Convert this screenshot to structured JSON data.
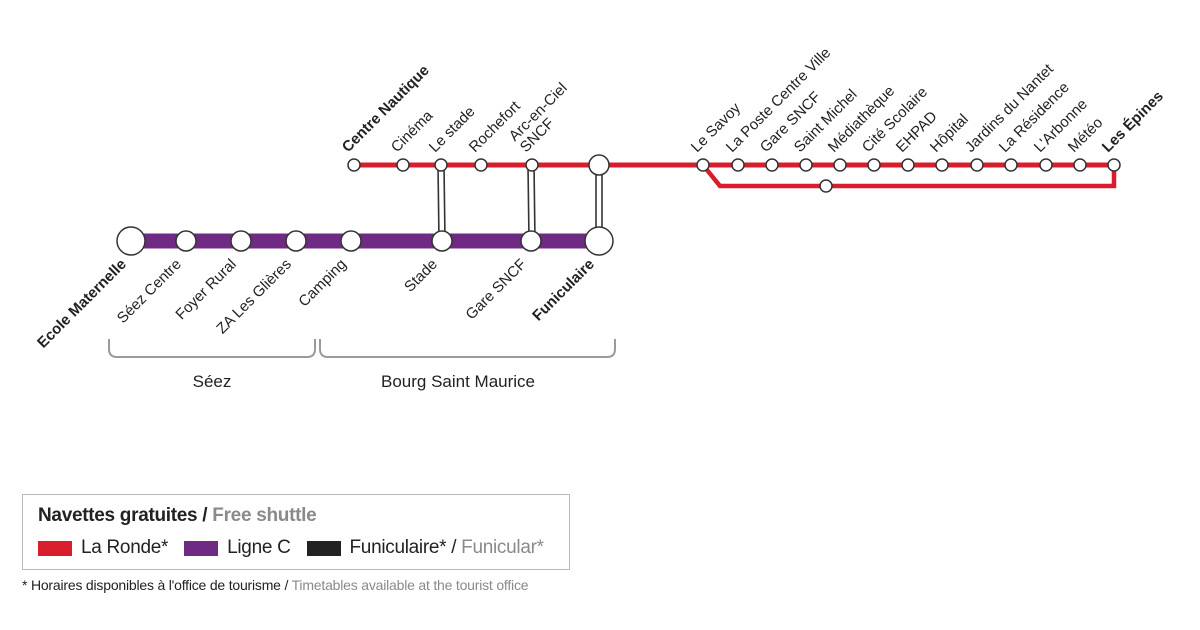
{
  "colors": {
    "la_ronde": "#d81e2c",
    "ligne_c": "#6f2a83",
    "funiculaire": "#222222",
    "station_stroke": "#333333",
    "bracket": "#9a9a9a"
  },
  "ligne_c": {
    "stations": [
      {
        "name": "Ecole Maternelle",
        "bold": true
      },
      {
        "name": "Séez Centre",
        "bold": false
      },
      {
        "name": "Foyer Rural",
        "bold": false
      },
      {
        "name": "ZA Les Glières",
        "bold": false
      },
      {
        "name": "Camping",
        "bold": false
      },
      {
        "name": "Stade",
        "bold": false
      },
      {
        "name": "Gare SNCF",
        "bold": false
      },
      {
        "name": "Funiculaire",
        "bold": true
      }
    ]
  },
  "la_ronde": {
    "main_stations": [
      {
        "name": "Centre Nautique",
        "bold": true
      },
      {
        "name": "Cinéma",
        "bold": false
      },
      {
        "name": "Le stade",
        "bold": false
      },
      {
        "name": "Rochefort",
        "bold": false
      },
      {
        "name": "Arc-en-Ciel\nSNCF",
        "bold": false
      },
      {
        "name": "",
        "bold": false
      },
      {
        "name": "Le Savoy",
        "bold": false
      },
      {
        "name": "La Poste Centre Ville",
        "bold": false
      },
      {
        "name": "Gare SNCF",
        "bold": false
      },
      {
        "name": "Saint Michel",
        "bold": false
      },
      {
        "name": "Médiathèque",
        "bold": false
      },
      {
        "name": "Cité Scolaire",
        "bold": false
      },
      {
        "name": "EHPAD",
        "bold": false
      },
      {
        "name": "Hôpital",
        "bold": false
      },
      {
        "name": "Jardins du Nantet",
        "bold": false
      },
      {
        "name": "La Résidence",
        "bold": false
      },
      {
        "name": "L'Arbonne",
        "bold": false
      },
      {
        "name": "Météo",
        "bold": false
      },
      {
        "name": "Les Épines",
        "bold": true
      }
    ]
  },
  "zones": [
    {
      "label": "Séez"
    },
    {
      "label": "Bourg Saint Maurice"
    }
  ],
  "legend": {
    "title_fr": "Navettes gratuites /",
    "title_en": "Free shuttle",
    "items": [
      {
        "label_fr": "La Ronde*",
        "label_en": "",
        "color": "#d81e2c"
      },
      {
        "label_fr": "Ligne C",
        "label_en": "",
        "color": "#6f2a83"
      },
      {
        "label_fr": "Funiculaire* /",
        "label_en": "Funicular*",
        "color": "#222222"
      }
    ]
  },
  "footnote": {
    "fr": "* Horaires disponibles à l'office de tourisme /",
    "en": "Timetables available at the tourist office"
  }
}
